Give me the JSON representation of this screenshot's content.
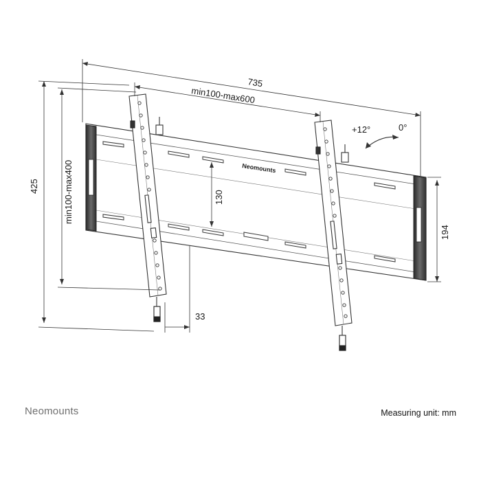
{
  "dimensions": {
    "overall_width": "735",
    "hole_spacing_horizontal": "min100-max600",
    "overall_height": "425",
    "hole_spacing_vertical": "min100-max400",
    "rail_spacing": "130",
    "frame_height": "194",
    "wall_distance": "33"
  },
  "tilt": {
    "up": "+12°",
    "neutral": "0°"
  },
  "product": {
    "center_label": "Neomounts"
  },
  "footer": {
    "brand": "Neomounts",
    "measuring_unit": "Measuring unit: mm"
  }
}
